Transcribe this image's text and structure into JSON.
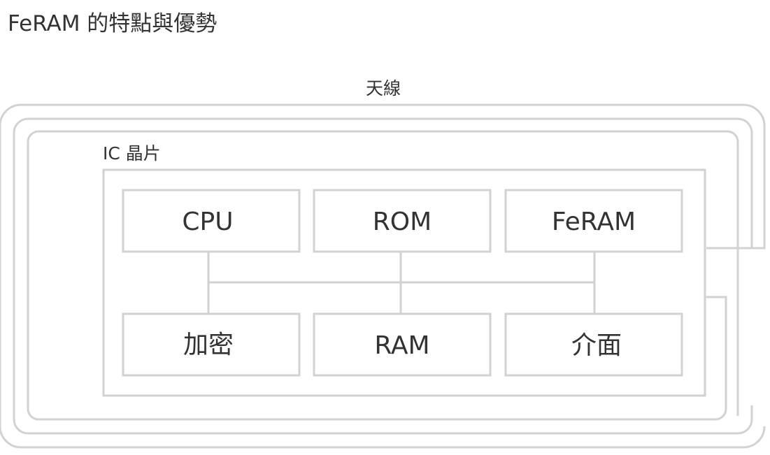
{
  "title": "FeRAM 的特點與優勢",
  "diagram": {
    "antenna_label": "天線",
    "chip_label": "IC 晶片",
    "blocks": {
      "cpu": "CPU",
      "rom": "ROM",
      "feram": "FeRAM",
      "encryption": "加密",
      "ram": "RAM",
      "interface": "介面"
    }
  },
  "colors": {
    "line": "#d2d2d2",
    "text": "#333333",
    "background": "#ffffff"
  }
}
